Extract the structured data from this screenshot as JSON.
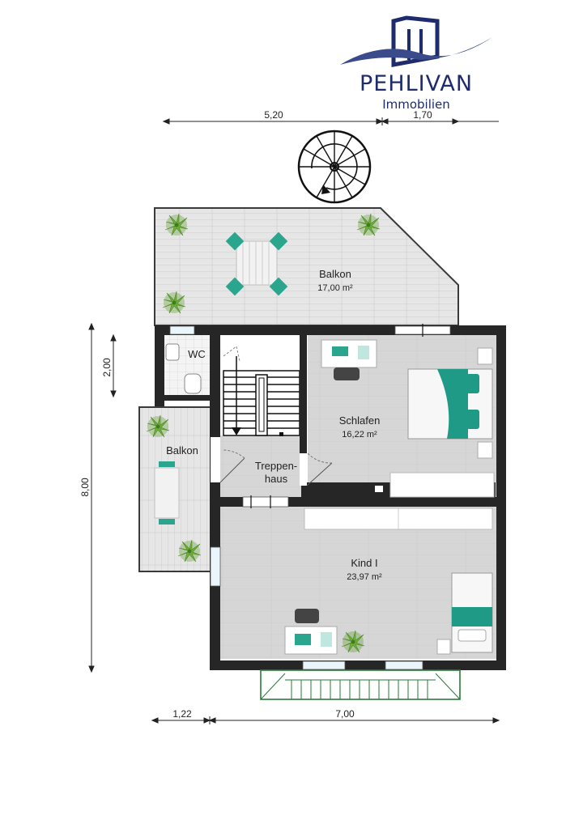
{
  "brand": {
    "name": "PEHLIVAN",
    "tagline": "Immobilien",
    "color": "#1e2c6e",
    "accent": "#3a4a8a"
  },
  "dimensions": {
    "top_left": "5,20",
    "top_right": "1,70",
    "left_small": "2,00",
    "left_total": "8,00",
    "bottom_left": "1,22",
    "bottom_right": "7,00"
  },
  "rooms": {
    "balkon_top": {
      "name": "Balkon",
      "area": "17,00 m²"
    },
    "wc": {
      "name": "WC"
    },
    "schlafen": {
      "name": "Schlafen",
      "area": "16,22 m²"
    },
    "balkon_side": {
      "name": "Balkon"
    },
    "treppenhaus": {
      "line1": "Treppen-",
      "line2": "haus"
    },
    "kind": {
      "name": "Kind I",
      "area": "23,97 m²"
    }
  },
  "colors": {
    "wall": "#262626",
    "floor": "#d9d9d9",
    "balcony_floor": "#e4e4e4",
    "furniture_accent": "#1f9a86",
    "plant": "#6ea83a"
  },
  "icons": {
    "spiral_stair": "spiral-staircase-icon",
    "plant": "potted-plant-icon",
    "bed": "bed-icon",
    "desk": "desk-icon"
  }
}
